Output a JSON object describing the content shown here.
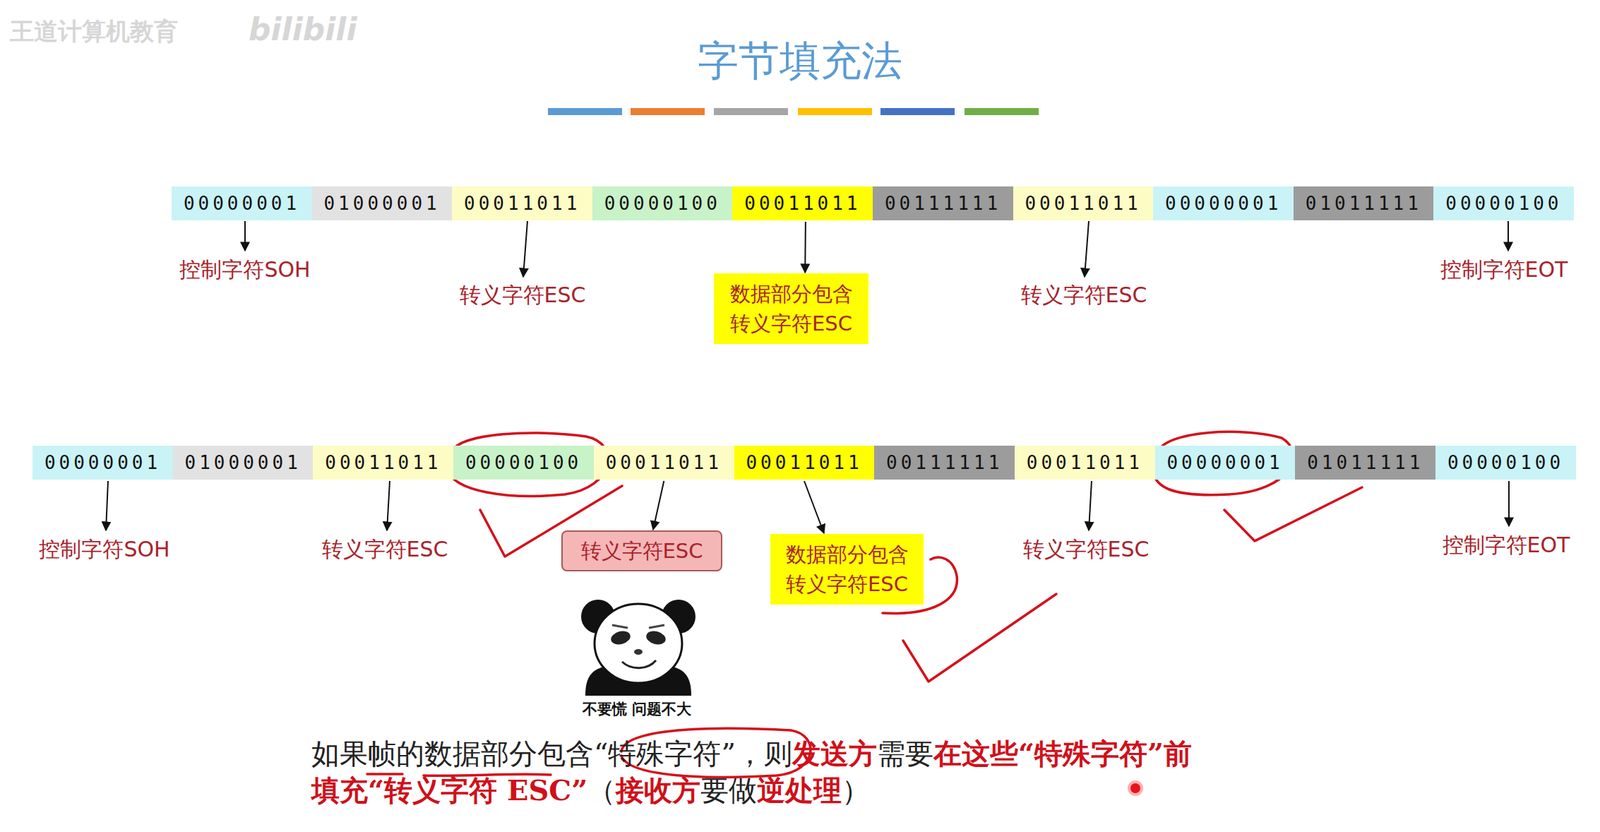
{
  "diagram": {
    "title": "字节填充法",
    "nodes": [
      {
        "text": [
          "00000001"
        ]
      },
      {
        "text": [
          "01000001"
        ]
      },
      {
        "text": [
          "00011011"
        ]
      },
      {
        "text": [
          "00000100"
        ]
      },
      {
        "text": [
          "00011011"
        ]
      },
      {
        "text": [
          "00111111"
        ]
      },
      {
        "text": [
          "00011011"
        ]
      },
      {
        "text": [
          "00000001"
        ]
      },
      {
        "text": [
          "01011111"
        ]
      },
      {
        "text": [
          "00000100"
        ]
      },
      {
        "text": [
          "数据部分包含 转义字符ESC"
        ]
      },
      {
        "text": [
          "00000001"
        ]
      },
      {
        "text": [
          "01000001"
        ]
      },
      {
        "text": [
          "00011011"
        ]
      },
      {
        "text": [
          "00000100"
        ]
      },
      {
        "text": [
          "00011011"
        ]
      },
      {
        "text": [
          "00011011"
        ]
      },
      {
        "text": [
          "00111111"
        ]
      },
      {
        "text": [
          "00011011"
        ]
      },
      {
        "text": [
          "00000001"
        ]
      },
      {
        "text": [
          "01011111"
        ]
      },
      {
        "text": [
          "00000100"
        ]
      },
      {
        "text": [
          "转义字符ESC"
        ]
      },
      {
        "text": [
          "数据部分包含 转义字符ESC"
        ]
      }
    ],
    "edges": [
      {
        "from": 4,
        "to": 10,
        "arrow": "to"
      },
      {
        "from": 15,
        "to": 22,
        "arrow": "to"
      },
      {
        "from": 16,
        "to": 23,
        "arrow": "to"
      }
    ],
    "labels": [
      "王道计算机教育",
      "bilibili",
      "控制字符SOH",
      "转义字符ESC",
      "转义字符ESC",
      "控制字符EOT",
      "控制字符SOH",
      "转义字符ESC",
      "转义字符ESC",
      "控制字符EOT",
      "不要慌 问题不大",
      "如果帧的数据部分包含“特殊字符”，则",
      "发送方",
      "需要",
      "在这些“特殊字符”前",
      "填充“转义字符 ESC”",
      "（",
      "接收方",
      "要做",
      "逆处理",
      "）"
    ]
  }
}
